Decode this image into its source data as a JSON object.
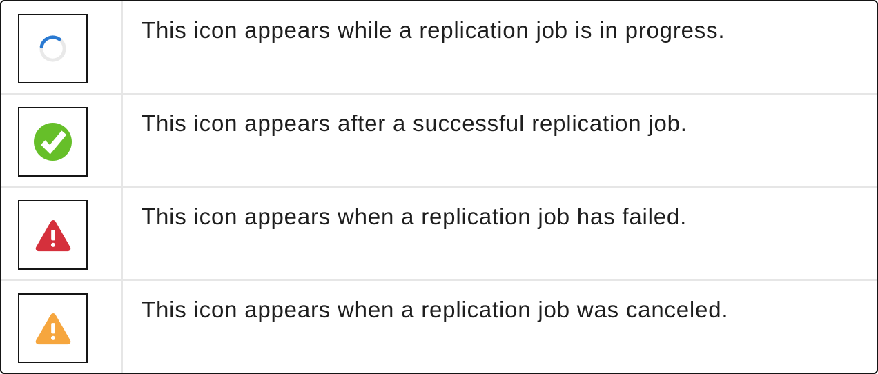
{
  "table": {
    "rows": [
      {
        "icon": "in-progress-spinner-icon",
        "description": "This icon appears while a replication job is in progress."
      },
      {
        "icon": "success-check-icon",
        "description": "This icon appears after a successful replication job."
      },
      {
        "icon": "failed-warning-icon",
        "description": "This icon appears when a replication job has failed."
      },
      {
        "icon": "canceled-warning-icon",
        "description": "This icon appears when a replication job was canceled."
      }
    ]
  },
  "colors": {
    "spinner_arc": "#2a7ad2",
    "spinner_track": "#e9e9e9",
    "success_green": "#66bf29",
    "failed_red": "#d5303c",
    "canceled_orange": "#f6a63e",
    "icon_glyph_white": "#ffffff",
    "text": "#1e1e1e",
    "divider": "#e6e6e6",
    "outer_border": "#151515"
  }
}
